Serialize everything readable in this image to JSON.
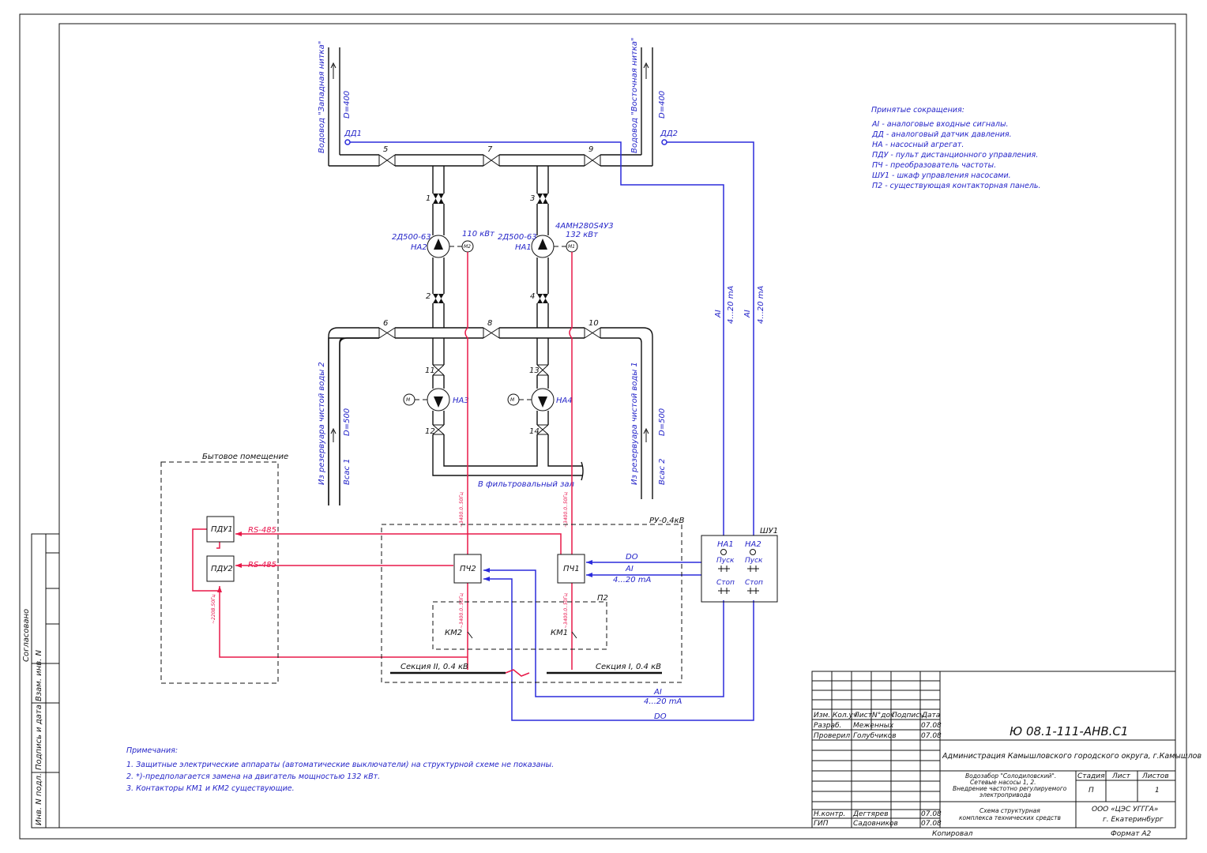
{
  "pipeline": {
    "west_line": "Водовод \"Западная нитка\"",
    "east_line": "Водовод \"Восточная нитка\"",
    "d400": "D=400",
    "d500": "D=500",
    "reservoir2": "Из резервуара чистой воды 2",
    "reservoir1": "Из резервуара чистой воды 1",
    "suction1": "Всас 1",
    "suction2": "Всас 2",
    "filter_hall": "В фильтровальный зал",
    "sensor1": "ДД1",
    "sensor2": "ДД2"
  },
  "valves": [
    "1",
    "2",
    "3",
    "4",
    "5",
    "6",
    "7",
    "8",
    "9",
    "10",
    "11",
    "12",
    "13",
    "14"
  ],
  "pumps": {
    "na2": "НА2",
    "na1": "НА1",
    "na3": "НА3",
    "na4": "НА4",
    "na2_model": "2Д500-63",
    "na1_model": "2Д500-63",
    "na2_power": "110 кВт",
    "na1_motor": "4АМН280S4У3",
    "na1_power": "132 кВт",
    "motor_on": "М2",
    "motor_off": "М1",
    "motor_sym": "М"
  },
  "equipment": {
    "room": "Бытовое помещение",
    "pdu1": "ПДУ1",
    "pdu2": "ПДУ2",
    "rs485": "RS-485",
    "ru": "РУ-0.4кВ",
    "pch2": "ПЧ2",
    "pch1": "ПЧ1",
    "p2": "П2",
    "km2": "КМ2",
    "km1": "КМ1",
    "section2": "Секция II, 0.4 кВ",
    "section1": "Секция I, 0.4 кВ",
    "shu1": "ШУ1",
    "cable": "~3400.0..50Гц",
    "cable_small": "~220В.50Гц",
    "do": "DO",
    "ai": "AI",
    "ma": "4...20 mA",
    "start": "Пуск",
    "stop": "Стоп"
  },
  "abbreviations": {
    "title": "Принятые сокращения:",
    "items": [
      "AI  - аналоговые входные сигналы.",
      "ДД  - аналоговый датчик давления.",
      "НА  - насосный агрегат.",
      "ПДУ - пульт дистанционного управления.",
      "ПЧ  - преобразователь частоты.",
      "ШУ1 - шкаф управления насосами.",
      "П2  - существующая контакторная панель."
    ]
  },
  "notes": {
    "title": "Примечания:",
    "items": [
      "1. Защитные электрические аппараты (автоматические выключатели) на структурной схеме не показаны.",
      "2. *)-предполагается замена  на двигатель мощностью 132 кВт.",
      "3. Контакторы КМ1 и КМ2 существующие."
    ]
  },
  "side_stamp": [
    "Согласовано",
    "Взам. инв. N",
    "Подпись и дата",
    "Инв. N подл."
  ],
  "title_block": {
    "headers": [
      "Изм.",
      "Кол.уч",
      "Лист",
      "N°док",
      "Подпись",
      "Дата"
    ],
    "r1": [
      "Разраб.",
      "Меженных",
      "07.08"
    ],
    "r2": [
      "Проверил",
      "Голубчиков",
      "07.08"
    ],
    "r3": [
      "Н.контр.",
      "Дегтярев",
      "07.08"
    ],
    "r4": [
      "ГИП",
      "Садовников",
      "07.08"
    ],
    "code": "Ю 08.1-111-АНВ.С1",
    "org": "Администрация Камышловского городского округа, г.Камышлов",
    "project": [
      "Водозабор \"Солодиловский\".",
      "Сетевые насосы 1, 2.",
      "Внедрение частотно регулируемого",
      "электропривода"
    ],
    "stage_h": "Стадия",
    "sheet_h": "Лист",
    "sheets_h": "Листов",
    "stage": "П",
    "sheets": "1",
    "scheme": [
      "Схема структурная",
      "комплекса технических средств"
    ],
    "company": [
      "ООО «ЦЭС УГГГА»",
      "г. Екатеринбург"
    ],
    "copied": "Копировал",
    "format": "Формат А2"
  }
}
